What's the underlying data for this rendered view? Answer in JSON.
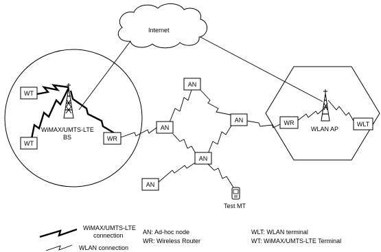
{
  "diagram": {
    "cloud_label": "Internet",
    "bs_label_1": "WiMAX/UMTS-LTE",
    "bs_label_2": "BS",
    "ap_label": "WLAN AP",
    "test_mt_label": "Test MT",
    "nodes": {
      "wt_top": "WT",
      "wt_bottom": "WT",
      "wr_left": "WR",
      "wr_right": "WR",
      "wlt": "WLT",
      "an_top": "AN",
      "an_mid": "AN",
      "an_right": "AN",
      "an_center_low": "AN",
      "an_bottom_left": "AN"
    }
  },
  "legend": {
    "wimax_line_1": "WiMAX/UMTS-LTE",
    "wimax_line_2": "connection",
    "wlan": "WLAN connection",
    "an_def": "AN: Ad-hoc node",
    "wr_def": "WR: Wireless Router",
    "wlt_def": "WLT: WLAN terminal",
    "wt_def": "WT: WiMAX/UMTS-LTE Terminal"
  }
}
